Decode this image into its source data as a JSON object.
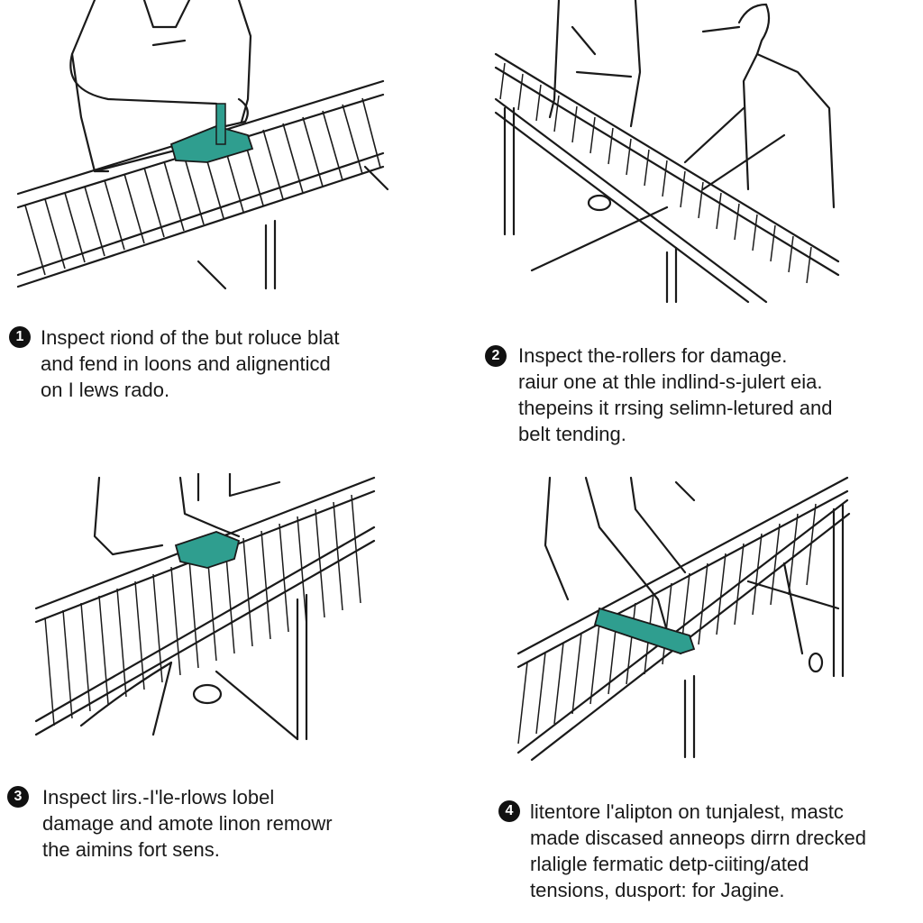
{
  "colors": {
    "ink": "#1a1a1a",
    "accent": "#2f9e8f",
    "paper": "#ffffff"
  },
  "steps": [
    {
      "number": "1",
      "lines": [
        "Inspect riond of the but roluce blat",
        "and fend in loons and alignenticd",
        "on I lews rado."
      ]
    },
    {
      "number": "2",
      "lines": [
        "Inspect the-rollers for damage.",
        "raiur one at thle indlind-s-julert eia.",
        "thepeins it rrsing selimn-letured and",
        "belt tending."
      ]
    },
    {
      "number": "3",
      "lines": [
        "Inspect lirs.-I'le-rlows lobel",
        "damage and amote linon remowr",
        "the aimins fort sens."
      ]
    },
    {
      "number": "4",
      "lines": [
        "litentore l'alipton on tunjalest, mastc",
        "made discased anneops dirrn drecked",
        "rlaligle fermatic detp-ciiting/ated",
        "tensions, dusport: for Jagine."
      ]
    }
  ]
}
